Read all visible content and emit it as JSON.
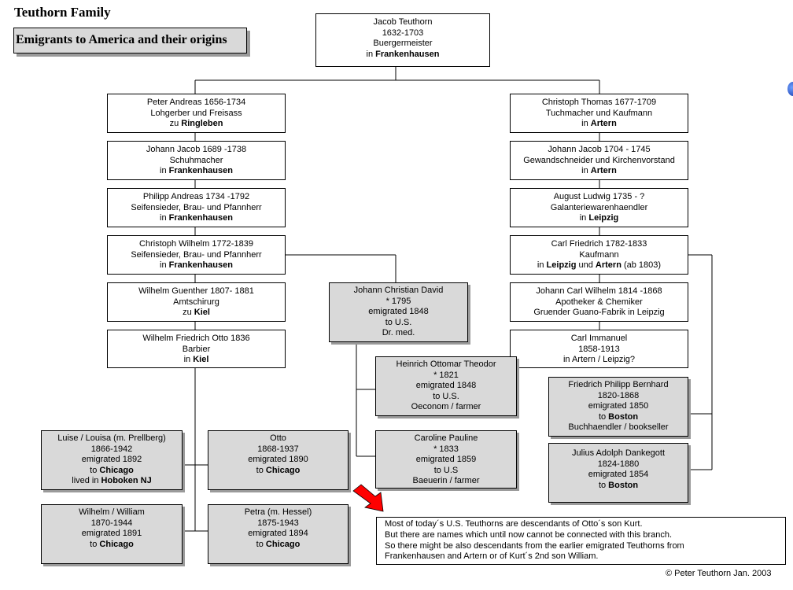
{
  "header": {
    "title": "Teuthorn Family",
    "subtitle": "Emigrants to America and their origins"
  },
  "nodes": {
    "jacob": {
      "l1": "Jacob Teuthorn",
      "l2": "1632-1703",
      "l3": "Buergermeister",
      "l4_pre": "in ",
      "l4_bold": "Frankenhausen",
      "l4_post": ""
    },
    "peter_andreas": {
      "l1": "Peter Andreas 1656-1734",
      "l2": "Lohgerber und Freisass",
      "l3_pre": "zu ",
      "l3_bold": "Ringleben",
      "l3_post": ""
    },
    "johann_jacob_1689": {
      "l1": "Johann Jacob 1689 -1738",
      "l2": "Schuhmacher",
      "l3_pre": "in ",
      "l3_bold": "Frankenhausen",
      "l3_post": ""
    },
    "philipp_andreas": {
      "l1": "Philipp Andreas 1734 -1792",
      "l2": "Seifensieder, Brau- und Pfannherr",
      "l3_pre": "in ",
      "l3_bold": "Frankenhausen",
      "l3_post": ""
    },
    "christoph_wilhelm": {
      "l1": "Christoph Wilhelm 1772-1839",
      "l2": "Seifensieder, Brau- und Pfannherr",
      "l3_pre": "in ",
      "l3_bold": "Frankenhausen",
      "l3_post": ""
    },
    "wilhelm_guenther": {
      "l1": "Wilhelm Guenther 1807- 1881",
      "l2": "Amtschirurg",
      "l3_pre": "zu ",
      "l3_bold": "Kiel",
      "l3_post": ""
    },
    "wilhelm_friedrich_otto": {
      "l1": "Wilhelm Friedrich Otto 1836",
      "l2": "Barbier",
      "l3_pre": "in ",
      "l3_bold": "Kiel",
      "l3_post": ""
    },
    "christoph_thomas": {
      "l1": "Christoph Thomas 1677-1709",
      "l2": "Tuchmacher und Kaufmann",
      "l3_pre": "in ",
      "l3_bold": "Artern",
      "l3_post": ""
    },
    "johann_jacob_1704": {
      "l1": "Johann Jacob 1704 - 1745",
      "l2": "Gewandschneider und Kirchenvorstand",
      "l3_pre": "in ",
      "l3_bold": "Artern",
      "l3_post": ""
    },
    "august_ludwig": {
      "l1": "August Ludwig 1735 - ?",
      "l2": "Galanteriewarenhaendler",
      "l3_pre": "in ",
      "l3_bold": "Leipzig",
      "l3_post": ""
    },
    "carl_friedrich": {
      "l1": "Carl Friedrich 1782-1833",
      "l2": "Kaufmann",
      "l3_pre": "in ",
      "l3_bold": "Leipzig",
      "l3_mid": " und ",
      "l3_bold2": "Artern",
      "l3_post": " (ab 1803)"
    },
    "johann_carl_wilhelm": {
      "l1": "Johann Carl Wilhelm 1814 -1868",
      "l2": "Apotheker & Chemiker",
      "l3": "Gruender Guano-Fabrik in Leipzig"
    },
    "carl_immanuel": {
      "l1": "Carl Immanuel",
      "l2": "1858-1913",
      "l3": "in Artern / Leipzig?"
    },
    "johann_christian_david": {
      "l1": "Johann Christian David",
      "l2": "* 1795",
      "l3": "emigrated 1848",
      "l4": "to U.S.",
      "l5": "Dr. med."
    },
    "heinrich_ottomar": {
      "l1": "Heinrich Ottomar Theodor",
      "l2": "* 1821",
      "l3": "emigrated 1848",
      "l4": "to U.S.",
      "l5": "Oeconom / farmer"
    },
    "caroline_pauline": {
      "l1": "Caroline Pauline",
      "l2": "* 1833",
      "l3": "emigrated 1859",
      "l4": "to U.S",
      "l5": "Baeuerin / farmer"
    },
    "friedrich_philipp": {
      "l1": "Friedrich Philipp Bernhard",
      "l2": "1820-1868",
      "l3": "emigrated 1850",
      "l4_pre": "to ",
      "l4_bold": "Boston",
      "l5": "Buchhaendler / bookseller"
    },
    "julius_adolph": {
      "l1": "Julius Adolph Dankegott",
      "l2": "1824-1880",
      "l3": "emigrated 1854",
      "l4_pre": "to ",
      "l4_bold": "Boston"
    },
    "luise": {
      "l1": "Luise / Louisa (m. Prellberg)",
      "l2": "1866-1942",
      "l3": "emigrated 1892",
      "l4_pre": "to ",
      "l4_bold": "Chicago",
      "l5_pre": "lived in ",
      "l5_bold": "Hoboken NJ"
    },
    "otto": {
      "l1": "Otto",
      "l2": "1868-1937",
      "l3": "emigrated 1890",
      "l4_pre": "to ",
      "l4_bold": "Chicago"
    },
    "wilhelm_william": {
      "l1": "Wilhelm / William",
      "l2": "1870-1944",
      "l3": "emigrated 1891",
      "l4_pre": "to ",
      "l4_bold": "Chicago"
    },
    "petra": {
      "l1": "Petra (m. Hessel)",
      "l2": "1875-1943",
      "l3": "emigrated 1894",
      "l4_pre": "to ",
      "l4_bold": "Chicago"
    }
  },
  "note": {
    "line1": "Most of today´s U.S. Teuthorns are descendants of Otto´s son Kurt.",
    "line2": "But there are names which until now cannot be connected with this branch.",
    "line3": "So there might be also descendants from the earlier emigrated Teuthorns from",
    "line4": "Frankenhausen and Artern or of Kurt´s 2nd son William."
  },
  "copyright": "© Peter Teuthorn  Jan. 2003",
  "colors": {
    "emigrant_fill": "#d9d9d9",
    "shadow": "#9a9a9a",
    "arrow": "#ff0000"
  }
}
